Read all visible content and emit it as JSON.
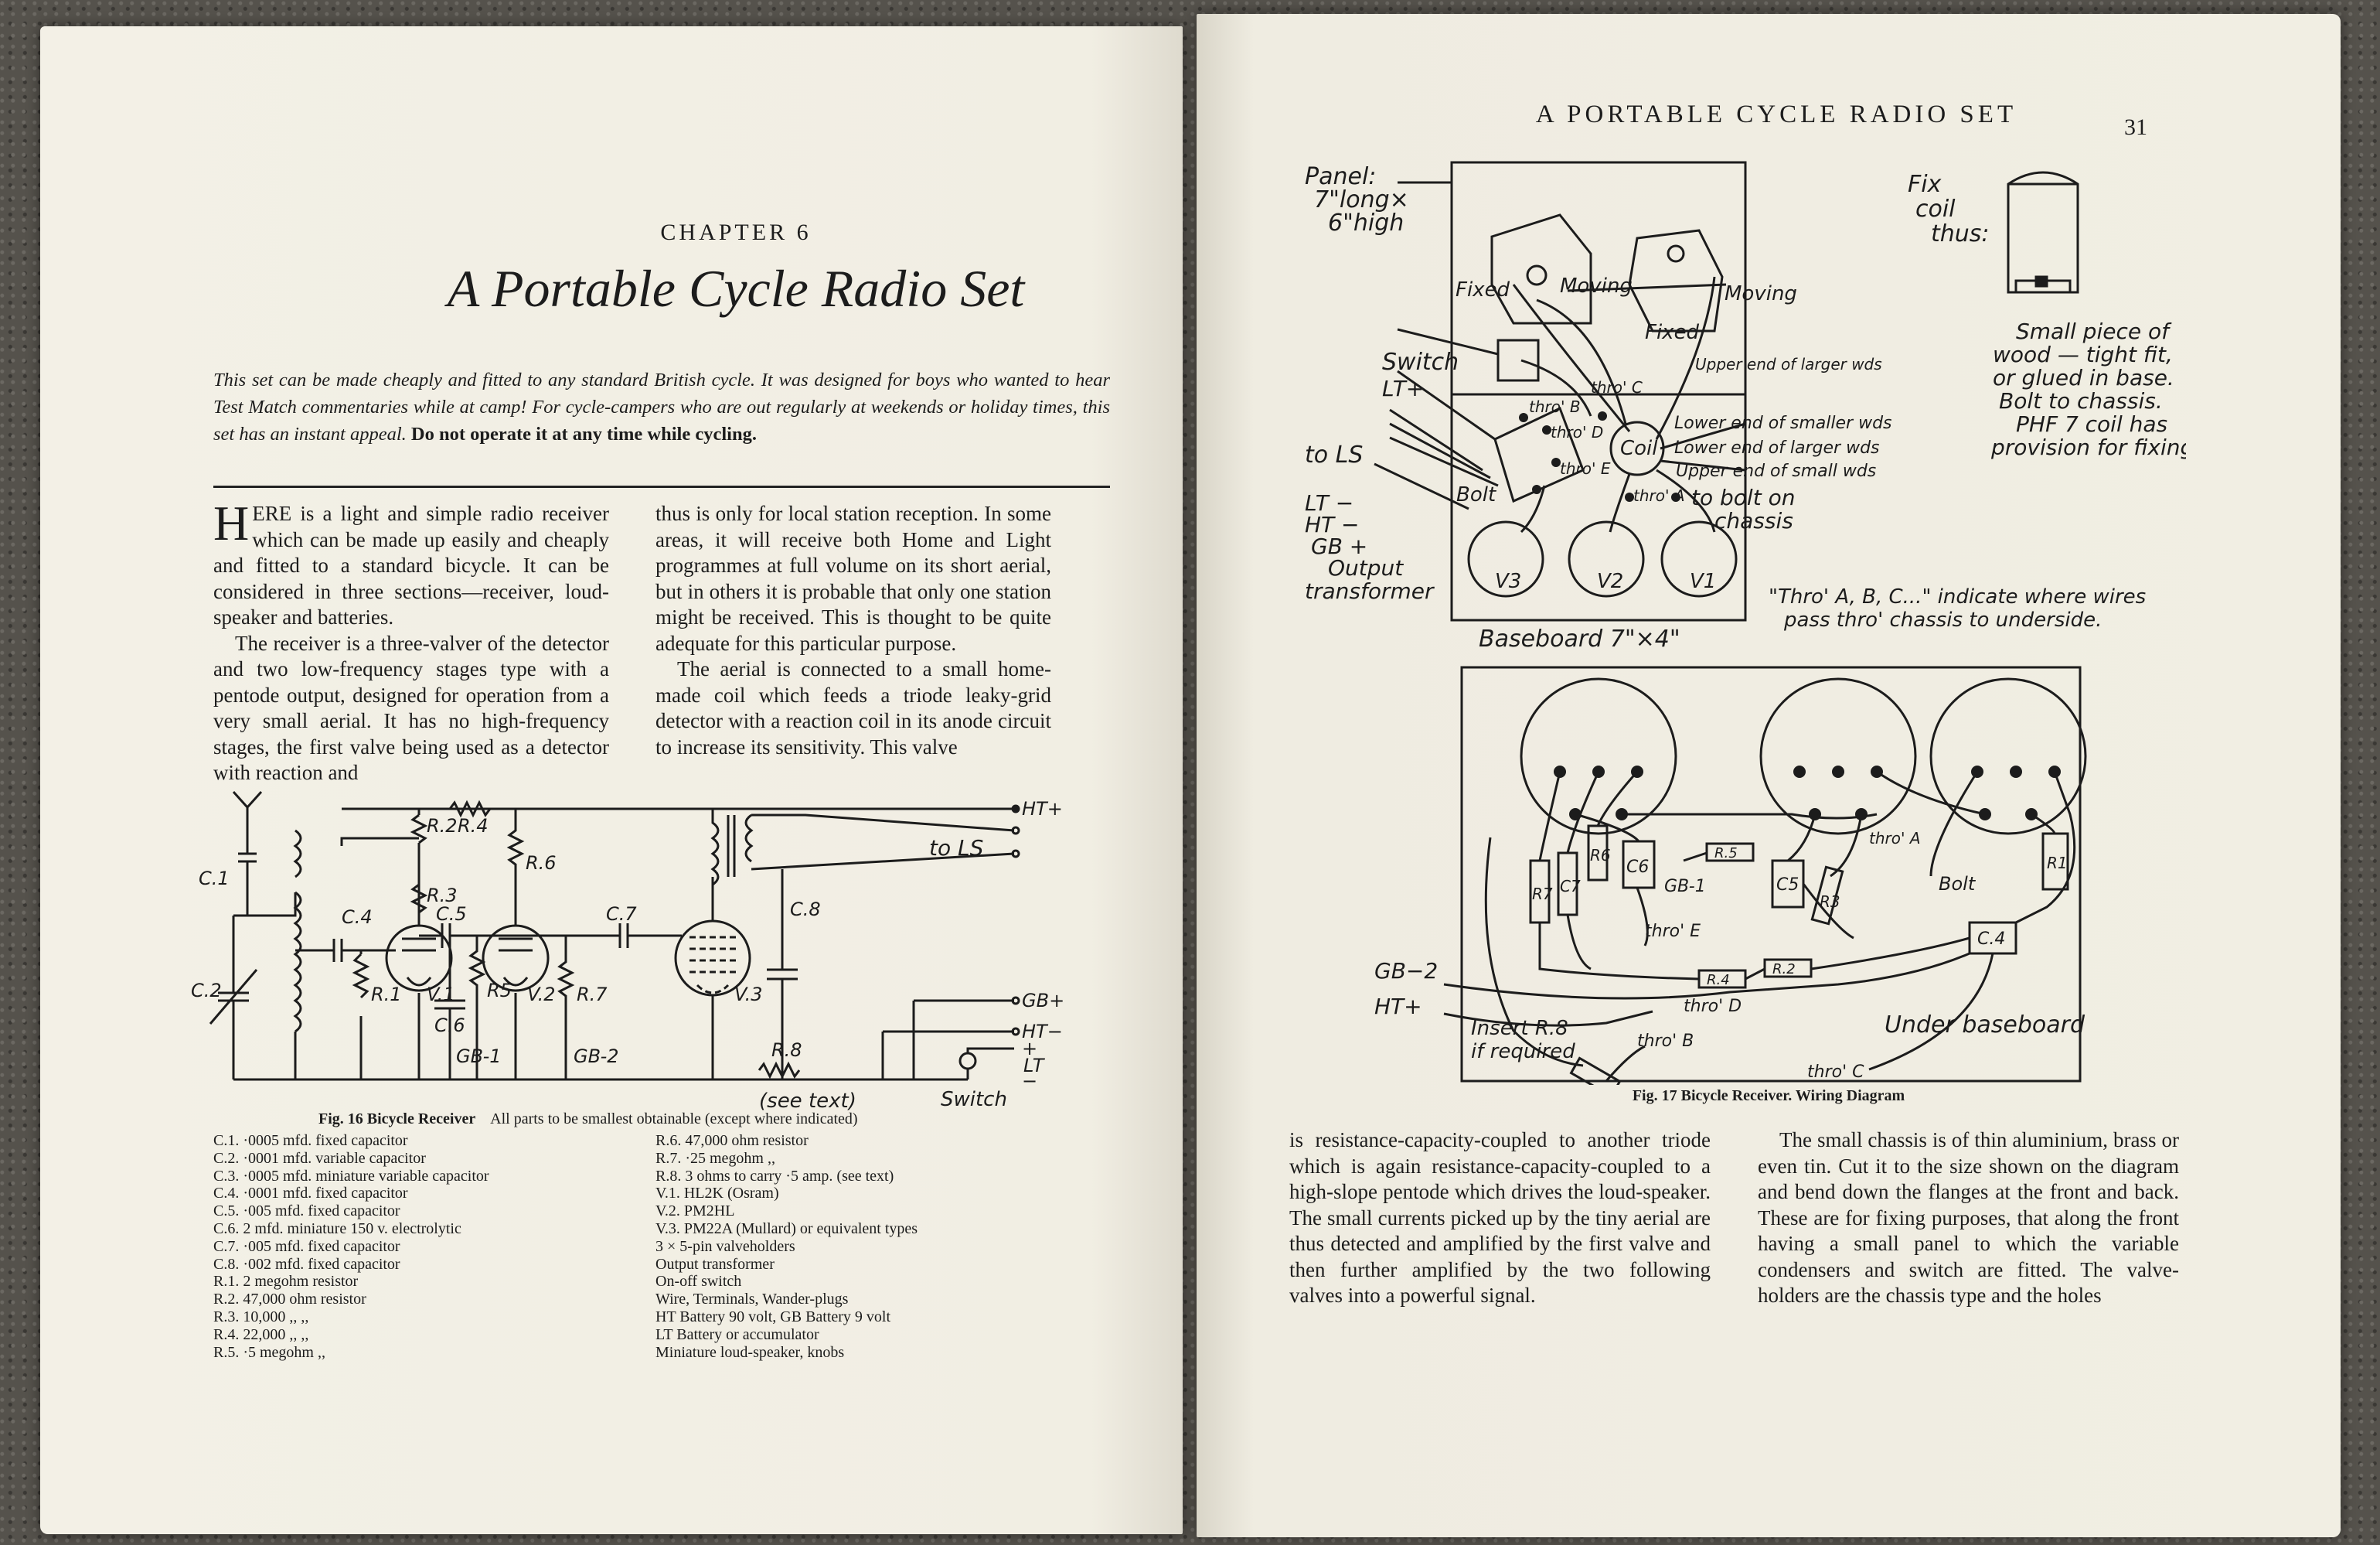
{
  "left_page": {
    "chapter": "CHAPTER 6",
    "title": "A Portable Cycle Radio Set",
    "intro_italic": "This set can be made cheaply and fitted to any standard British cycle. It was designed for boys who wanted to hear Test Match commentaries while at camp! For cycle-campers who are out regularly at weekends or holiday times, this set has an instant appeal.",
    "intro_bold": "Do not operate it at any time while cycling.",
    "col1_dropcap": "H",
    "col1_smallcaps": "ERE",
    "col1_p1": " is a light and simple radio receiver which can be made up easily and cheaply and fitted to a standard bicycle. It can be considered in three sections—receiver, loud-speaker and batteries.",
    "col1_p2": "The receiver is a three-valver of the detector and two low-frequency stages type with a pentode output, designed for operation from a very small aerial. It has no high-frequency stages, the first valve being used as a detector with reaction and",
    "col2_p1": "thus is only for local station reception. In some areas, it will receive both Home and Light programmes at full volume on its short aerial, but in others it is probable that only one station might be received. This is thought to be quite adequate for this particular purpose.",
    "col2_p2": "The aerial is connected to a small home-made coil which feeds a triode leaky-grid detector with a reaction coil in its anode circuit to increase its sensitivity. This valve",
    "schematic_labels": {
      "ht_plus": "HT+",
      "to_ls": "to LS",
      "gb_plus": "GB+",
      "ht_minus": "HT−",
      "lt": "LT",
      "plus": "+",
      "minus": "−",
      "switch": "Switch",
      "see_text": "(see text)",
      "gb1": "GB-1",
      "gb2": "GB-2",
      "c1": "C.1",
      "c2": "C.2",
      "c4": "C.4",
      "c5": "C.5",
      "c6": "C.6",
      "c7": "C.7",
      "c8": "C.8",
      "r1": "R.1",
      "r2": "R.2",
      "r3": "R.3",
      "r4": "R.4",
      "r5": "R5",
      "r6": "R.6",
      "r7": "R.7",
      "r8": "R.8",
      "v1": "V.1",
      "v2": "V.2",
      "v3": "V.3"
    },
    "fig_caption_bold": "Fig. 16 Bicycle Receiver",
    "fig_caption_rest": "All parts to be smallest obtainable (except where indicated)",
    "parts_col1": [
      "C.1. ·0005 mfd. fixed capacitor",
      "C.2. ·0001 mfd. variable capacitor",
      "C.3. ·0005 mfd. miniature variable capacitor",
      "C.4. ·0001 mfd. fixed capacitor",
      "C.5. ·005 mfd. fixed capacitor",
      "C.6. 2 mfd. miniature 150 v. electrolytic",
      "C.7. ·005 mfd. fixed capacitor",
      "C.8. ·002 mfd. fixed capacitor",
      "R.1. 2 megohm resistor",
      "R.2. 47,000 ohm resistor",
      "R.3. 10,000  ,,        ,,",
      "R.4. 22,000  ,,        ,,",
      "R.5. ·5 megohm       ,,"
    ],
    "parts_col2": [
      "R.6. 47,000 ohm resistor",
      "R.7. ·25 megohm   ,,",
      "R.8. 3 ohms to carry ·5 amp. (see text)",
      "V.1. HL2K (Osram)",
      "V.2. PM2HL",
      "V.3. PM22A (Mullard) or equivalent types",
      "3 × 5-pin valveholders",
      "Output transformer",
      "On-off switch",
      "Wire, Terminals, Wander-plugs",
      "HT Battery 90 volt, GB Battery 9 volt",
      "LT Battery or accumulator",
      "Miniature loud-speaker, knobs"
    ]
  },
  "right_page": {
    "running_head": "A PORTABLE CYCLE RADIO SET",
    "page_number": "31",
    "layout_labels": {
      "panel1": "Panel:",
      "panel2": "7\"long×",
      "panel3": "6\"high",
      "fixed_a": "Fixed",
      "moving_a": "Moving",
      "moving_b": "Moving",
      "fixed_b": "Fixed",
      "switch": "Switch",
      "lt_plus": "LT+",
      "thro_c": "thro' C",
      "upper_larger": "Upper end of larger wds",
      "thro_b": "thro' B",
      "thro_d": "thro' D",
      "lower_smaller": "Lower end of smaller wds",
      "to_ls": "to LS",
      "coil": "Coil",
      "lower_larger": "Lower end of larger wds",
      "thro_e": "thro' E",
      "upper_small": "Upper end of small wds",
      "bolt": "Bolt",
      "thro_a": "thro' A",
      "to_bolt1": "to bolt on",
      "to_bolt2": "chassis",
      "lt_minus": "LT −",
      "ht_minus": "HT −",
      "gb_plus": "GB +",
      "output1": "Output",
      "output2": "transformer",
      "v3": "V3",
      "v2": "V2",
      "v1": "V1",
      "baseboard": "Baseboard 7\"×4\"",
      "thro_note1": "\"Thro' A, B, C...\" indicate where wires",
      "thro_note2": "pass thro' chassis to underside."
    },
    "coil_note": {
      "fix1": "Fix",
      "fix2": "coil",
      "fix3": "thus:",
      "n1": "Small piece of",
      "n2": "wood — tight fit,",
      "n3": "or glued in base.",
      "n4": "Bolt to chassis.",
      "n5": "PHF 7 coil has",
      "n6": "provision for fixing"
    },
    "wiring_labels": {
      "gb2": "GB−2",
      "ht_plus": "HT+",
      "r7": "R7",
      "c7": "C7",
      "r6": "R6",
      "c6": "C6",
      "gb1": "GB-1",
      "r5": "R.5",
      "c5": "C5",
      "r3": "R3",
      "thro_a": "thro' A",
      "bolt": "Bolt",
      "r1": "R1",
      "c4": "C.4",
      "thro_e": "thro' E",
      "r4": "R.4",
      "r2": "R.2",
      "thro_d": "thro' D",
      "insert1": "Insert R.8",
      "insert2": "if required",
      "thro_b": "thro' B",
      "thro_c": "thro' C",
      "under": "Under baseboard"
    },
    "fig_caption_bold": "Fig. 17 Bicycle Receiver. Wiring Diagram",
    "col1": "is resistance-capacity-coupled to another triode which is again resistance-capacity-coupled to a high-slope pentode which drives the loud-speaker. The small currents picked up by the tiny aerial are thus detected and amplified by the first valve and then further amplified by the two following valves into a powerful signal.",
    "col2": "The small chassis is of thin aluminium, brass or even tin. Cut it to the size shown on the diagram and bend down the flanges at the front and back. These are for fixing purposes, that along the front having a small panel to which the variable condensers and switch are fitted. The valve-holders are the chassis type and the holes"
  }
}
